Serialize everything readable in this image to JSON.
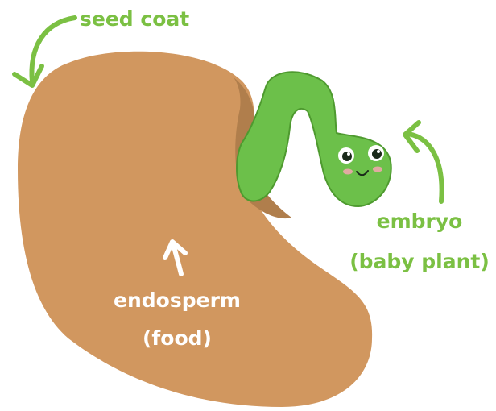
{
  "labels": {
    "seed_coat": "seed coat",
    "embryo": "embryo",
    "embryo_note": "(baby plant)",
    "endosperm": "endosperm",
    "endosperm_note": "(food)"
  },
  "colors": {
    "seed": "#D1975F",
    "seed_shadow": "#B07E4C",
    "embryo": "#6CC04A",
    "embryo_outline": "#4E9A2F",
    "accent_green": "#7BC043",
    "white_text": "#FFFFFF",
    "cheek": "#F4A6B0"
  },
  "icons": {
    "arrow_seed_coat": "curved-arrow-icon",
    "arrow_embryo": "curved-arrow-icon",
    "arrow_endosperm": "up-arrow-icon",
    "embryo_face": "cute-face-icon"
  }
}
